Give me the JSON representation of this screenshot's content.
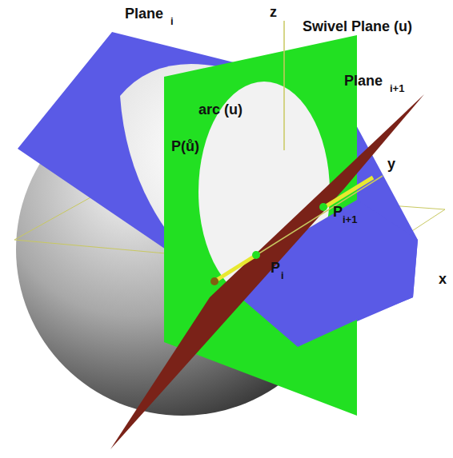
{
  "diagram": {
    "labels": [
      "Plane",
      "i",
      "z",
      "Swivel Plane (u)",
      "arc (u)",
      "P(ů)",
      "Plane",
      "i+1",
      "y",
      "P",
      "i+1",
      "P",
      "i",
      "x"
    ]
  }
}
